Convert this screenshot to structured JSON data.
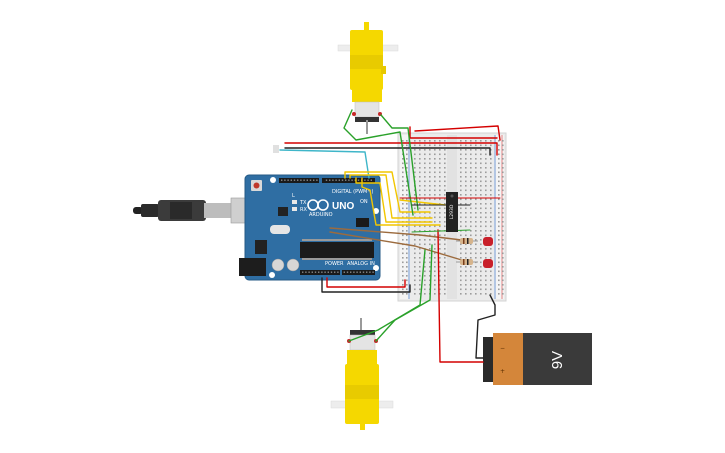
{
  "arduino": {
    "model_label": "UNO",
    "brand_label": "ARDUINO",
    "digital_label": "DIGITAL (PWM~)",
    "power_label": "POWER",
    "analog_label": "ANALOG IN",
    "tx_label": "TX",
    "rx_label": "RX",
    "l_label": "L",
    "on_label": "ON"
  },
  "driver_chip": {
    "label": "L293D"
  },
  "battery": {
    "label": "9V",
    "minus_label": "−",
    "plus_label": "+"
  },
  "colors": {
    "arduino_board": "#2f6ea3",
    "motor_yellow": "#f5d800",
    "battery_body": "#3a3a3a",
    "battery_cap": "#d4863a",
    "breadboard": "#eeeeee",
    "wire_red": "#d40000",
    "wire_black": "#222222",
    "wire_green": "#2aa12a",
    "wire_yellow": "#f2c600",
    "wire_cyan": "#3fb6c9",
    "wire_brown": "#9c6b3e",
    "led_red": "#c8202a"
  }
}
